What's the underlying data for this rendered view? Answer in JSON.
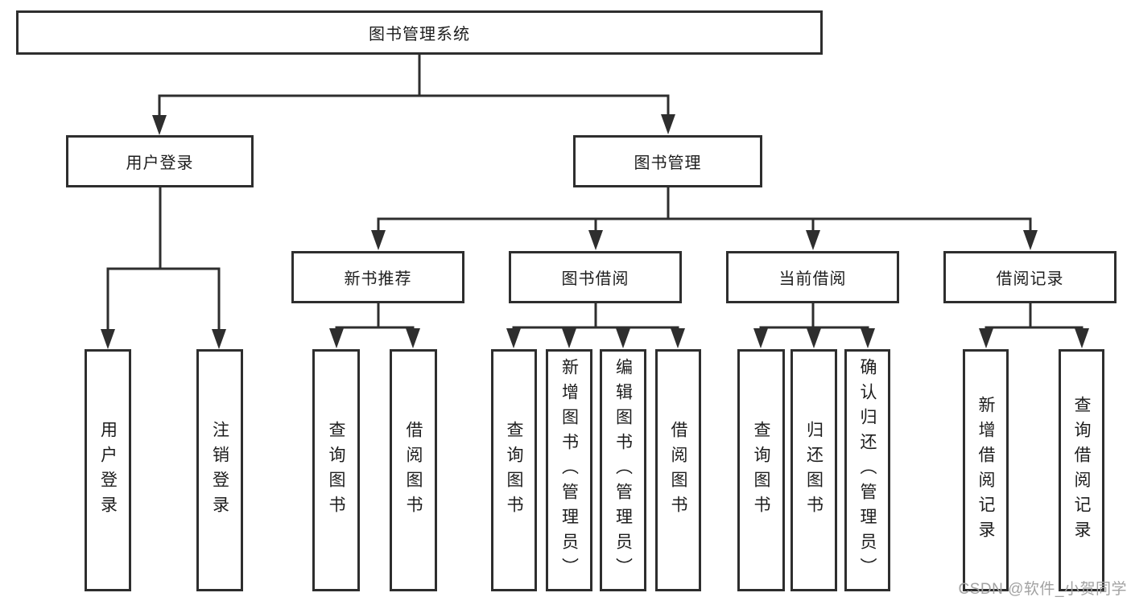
{
  "diagram_title": "图书管理系统",
  "nodes": {
    "root": {
      "label": "图书管理系统"
    },
    "user_login": {
      "label": "用户登录"
    },
    "book_mgmt": {
      "label": "图书管理"
    },
    "new_books": {
      "label": "新书推荐"
    },
    "book_borrow": {
      "label": "图书借阅"
    },
    "current_borrow": {
      "label": "当前借阅"
    },
    "borrow_records": {
      "label": "借阅记录"
    },
    "leaf_login": {
      "label": "用户登录"
    },
    "leaf_logout": {
      "label": "注销登录"
    },
    "leaf_nb_query": {
      "label": "查询图书"
    },
    "leaf_nb_borrow": {
      "label": "借阅图书"
    },
    "leaf_bb_query": {
      "label": "查询图书"
    },
    "leaf_bb_add": {
      "label": "新增图书（管理员）"
    },
    "leaf_bb_edit": {
      "label": "编辑图书（管理员）"
    },
    "leaf_bb_borrow": {
      "label": "借阅图书"
    },
    "leaf_cb_query": {
      "label": "查询图书"
    },
    "leaf_cb_return": {
      "label": "归还图书"
    },
    "leaf_cb_confirm": {
      "label": "确认归还（管理员）"
    },
    "leaf_br_add": {
      "label": "新增借阅记录"
    },
    "leaf_br_query": {
      "label": "查询借阅记录"
    }
  },
  "hierarchy": {
    "图书管理系统": {
      "用户登录": [
        "用户登录",
        "注销登录"
      ],
      "图书管理": {
        "新书推荐": [
          "查询图书",
          "借阅图书"
        ],
        "图书借阅": [
          "查询图书",
          "新增图书（管理员）",
          "编辑图书（管理员）",
          "借阅图书"
        ],
        "当前借阅": [
          "查询图书",
          "归还图书",
          "确认归还（管理员）"
        ],
        "借阅记录": [
          "新增借阅记录",
          "查询借阅记录"
        ]
      }
    }
  },
  "watermark": {
    "text": "CSDN @软件_小贺同学"
  },
  "colors": {
    "line": "#2e2e2e",
    "node_border": "#2e2e2e",
    "node_bg": "#ffffff",
    "text": "#1d1d1d",
    "watermark": "#a2a2a2",
    "background": "#ffffff"
  }
}
